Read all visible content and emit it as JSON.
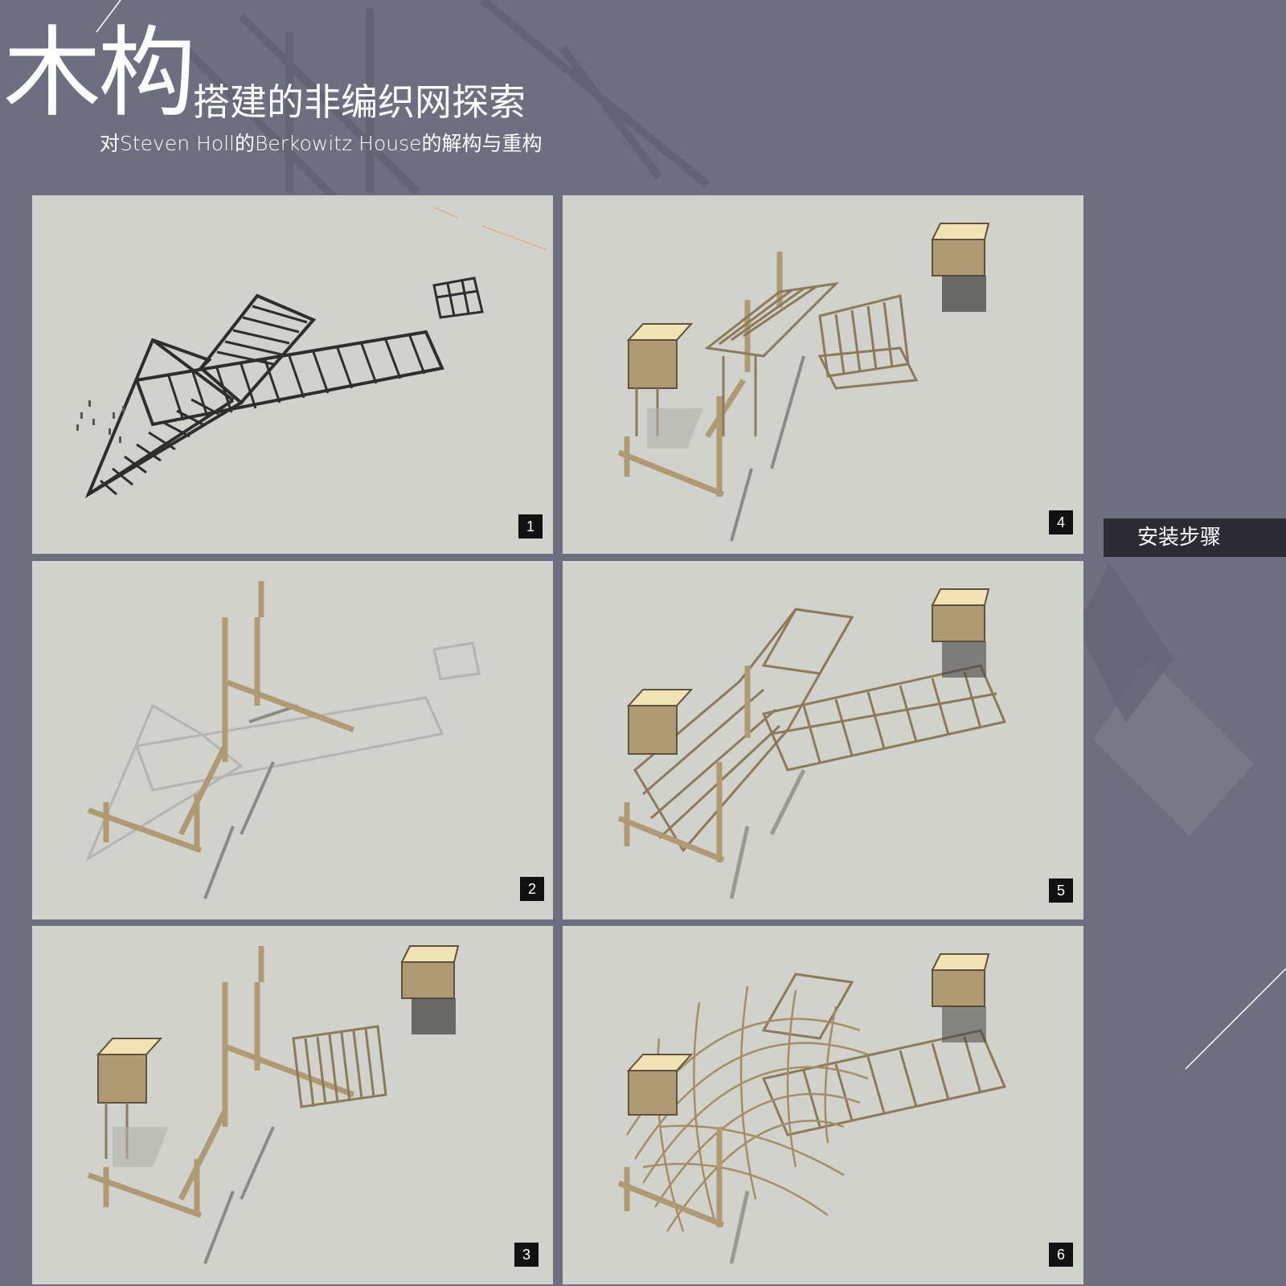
{
  "header": {
    "title_big": "木构",
    "title_rest": "搭建的非编织网探索",
    "subtitle": "对Steven Holl的Berkowitz House的解构与重构"
  },
  "side_label": "安装步骤",
  "panels": [
    {
      "step": "1"
    },
    {
      "step": "2"
    },
    {
      "step": "3"
    },
    {
      "step": "4"
    },
    {
      "step": "5"
    },
    {
      "step": "6"
    }
  ],
  "colors": {
    "background": "#6d6e7f",
    "panel": "#d2d2cd",
    "timber": "#b09a74",
    "timber_dark": "#5e513d",
    "box_top": "#f2e3b4",
    "badge": "#111111",
    "label_bar": "#2b2b31"
  }
}
